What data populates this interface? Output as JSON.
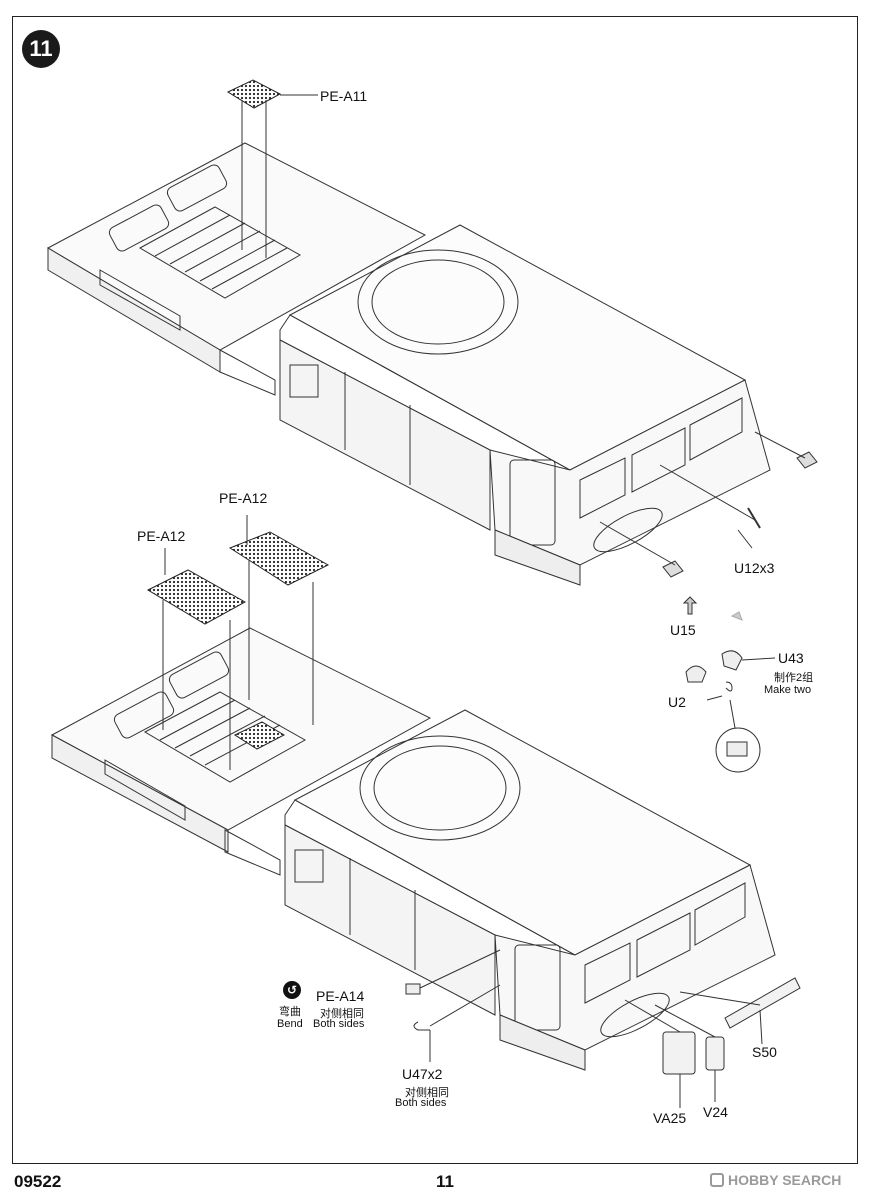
{
  "step": {
    "number": "11"
  },
  "parts": {
    "pe_a11": "PE-A11",
    "pe_a12_left": "PE-A12",
    "pe_a12_right": "PE-A12",
    "u12": "U12x3",
    "u15": "U15",
    "u43": "U43",
    "u43_note_cn": "制作2组",
    "u43_note_en": "Make two",
    "u2": "U2",
    "pe_a14": "PE-A14",
    "pe_a14_note_cn": "对侧相同",
    "pe_a14_note_en": "Both sides",
    "bend_cn": "弯曲",
    "bend_en": "Bend",
    "u47": "U47x2",
    "u47_note_cn": "对侧相同",
    "u47_note_en": "Both sides",
    "s50": "S50",
    "va25": "VA25",
    "v24": "V24"
  },
  "footer": {
    "code": "09522",
    "page": "11",
    "watermark": "HOBBY SEARCH"
  }
}
